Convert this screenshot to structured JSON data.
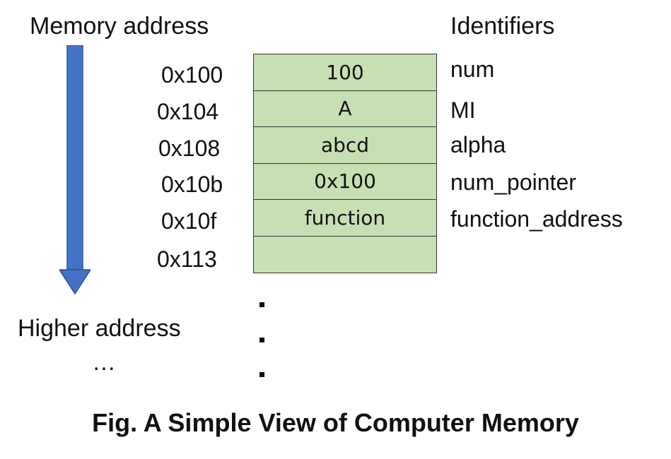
{
  "labels": {
    "memory_address": "Memory address",
    "identifiers": "Identifiers",
    "higher_address": "Higher address",
    "ellipsis": "…"
  },
  "memory": [
    {
      "address": "0x100",
      "value": "100",
      "identifier": "num"
    },
    {
      "address": "0x104",
      "value": "A",
      "identifier": "MI"
    },
    {
      "address": "0x108",
      "value": "abcd",
      "identifier": "alpha"
    },
    {
      "address": "0x10b",
      "value": "0x100",
      "identifier": "num_pointer"
    },
    {
      "address": "0x10f",
      "value": "function",
      "identifier": "function_address"
    },
    {
      "address": "0x113",
      "value": "",
      "identifier": ""
    }
  ],
  "caption": "Fig. A Simple View of Computer Memory",
  "colors": {
    "cell_fill": "#c6e0b4",
    "arrow_fill": "#4472c4"
  }
}
